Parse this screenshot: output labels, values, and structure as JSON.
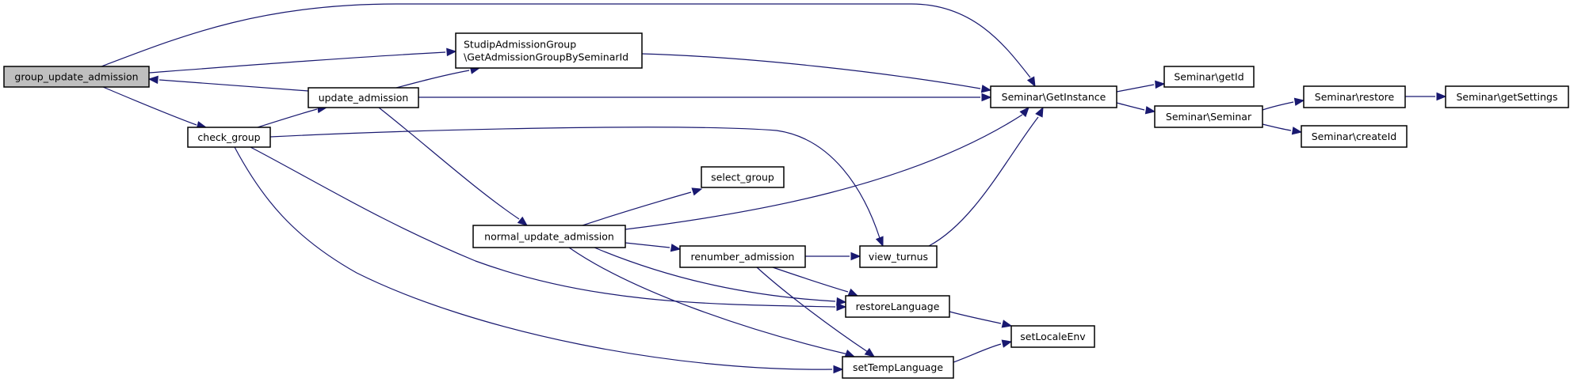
{
  "diagram": {
    "type": "call-graph",
    "colors": {
      "edge": "#191970",
      "node_fill": "#ffffff",
      "root_fill": "#bfbfbf",
      "node_border": "#000000"
    },
    "nodes": [
      {
        "id": "group_update_admission",
        "label": [
          "group_update_admission"
        ],
        "root": true
      },
      {
        "id": "update_admission",
        "label": [
          "update_admission"
        ]
      },
      {
        "id": "check_group",
        "label": [
          "check_group"
        ]
      },
      {
        "id": "studip_getgroup",
        "label": [
          "StudipAdmissionGroup",
          "\\GetAdmissionGroupBySeminarId"
        ]
      },
      {
        "id": "seminar_getinstance",
        "label": [
          "Seminar\\GetInstance"
        ]
      },
      {
        "id": "seminar_getid",
        "label": [
          "Seminar\\getId"
        ]
      },
      {
        "id": "seminar_seminar",
        "label": [
          "Seminar\\Seminar"
        ]
      },
      {
        "id": "seminar_restore",
        "label": [
          "Seminar\\restore"
        ]
      },
      {
        "id": "seminar_getsettings",
        "label": [
          "Seminar\\getSettings"
        ]
      },
      {
        "id": "seminar_createid",
        "label": [
          "Seminar\\createId"
        ]
      },
      {
        "id": "normal_update_admission",
        "label": [
          "normal_update_admission"
        ]
      },
      {
        "id": "select_group",
        "label": [
          "select_group"
        ]
      },
      {
        "id": "renumber_admission",
        "label": [
          "renumber_admission"
        ]
      },
      {
        "id": "view_turnus",
        "label": [
          "view_turnus"
        ]
      },
      {
        "id": "restoreLanguage",
        "label": [
          "restoreLanguage"
        ]
      },
      {
        "id": "setTempLanguage",
        "label": [
          "setTempLanguage"
        ]
      },
      {
        "id": "setLocaleEnv",
        "label": [
          "setLocaleEnv"
        ]
      }
    ],
    "edges": [
      {
        "from": "group_update_admission",
        "to": "studip_getgroup"
      },
      {
        "from": "group_update_admission",
        "to": "seminar_getinstance"
      },
      {
        "from": "group_update_admission",
        "to": "check_group"
      },
      {
        "from": "update_admission",
        "to": "group_update_admission"
      },
      {
        "from": "update_admission",
        "to": "studip_getgroup"
      },
      {
        "from": "update_admission",
        "to": "seminar_getinstance"
      },
      {
        "from": "update_admission",
        "to": "normal_update_admission"
      },
      {
        "from": "check_group",
        "to": "update_admission"
      },
      {
        "from": "check_group",
        "to": "view_turnus"
      },
      {
        "from": "check_group",
        "to": "restoreLanguage"
      },
      {
        "from": "check_group",
        "to": "setTempLanguage"
      },
      {
        "from": "studip_getgroup",
        "to": "seminar_getinstance"
      },
      {
        "from": "seminar_getinstance",
        "to": "seminar_getid"
      },
      {
        "from": "seminar_getinstance",
        "to": "seminar_seminar"
      },
      {
        "from": "seminar_seminar",
        "to": "seminar_restore"
      },
      {
        "from": "seminar_seminar",
        "to": "seminar_createid"
      },
      {
        "from": "seminar_restore",
        "to": "seminar_getsettings"
      },
      {
        "from": "normal_update_admission",
        "to": "select_group"
      },
      {
        "from": "normal_update_admission",
        "to": "seminar_getinstance"
      },
      {
        "from": "normal_update_admission",
        "to": "renumber_admission"
      },
      {
        "from": "normal_update_admission",
        "to": "restoreLanguage"
      },
      {
        "from": "normal_update_admission",
        "to": "setTempLanguage"
      },
      {
        "from": "renumber_admission",
        "to": "view_turnus"
      },
      {
        "from": "renumber_admission",
        "to": "restoreLanguage"
      },
      {
        "from": "renumber_admission",
        "to": "setTempLanguage"
      },
      {
        "from": "view_turnus",
        "to": "seminar_getinstance"
      },
      {
        "from": "restoreLanguage",
        "to": "setLocaleEnv"
      },
      {
        "from": "setTempLanguage",
        "to": "setLocaleEnv"
      }
    ]
  }
}
